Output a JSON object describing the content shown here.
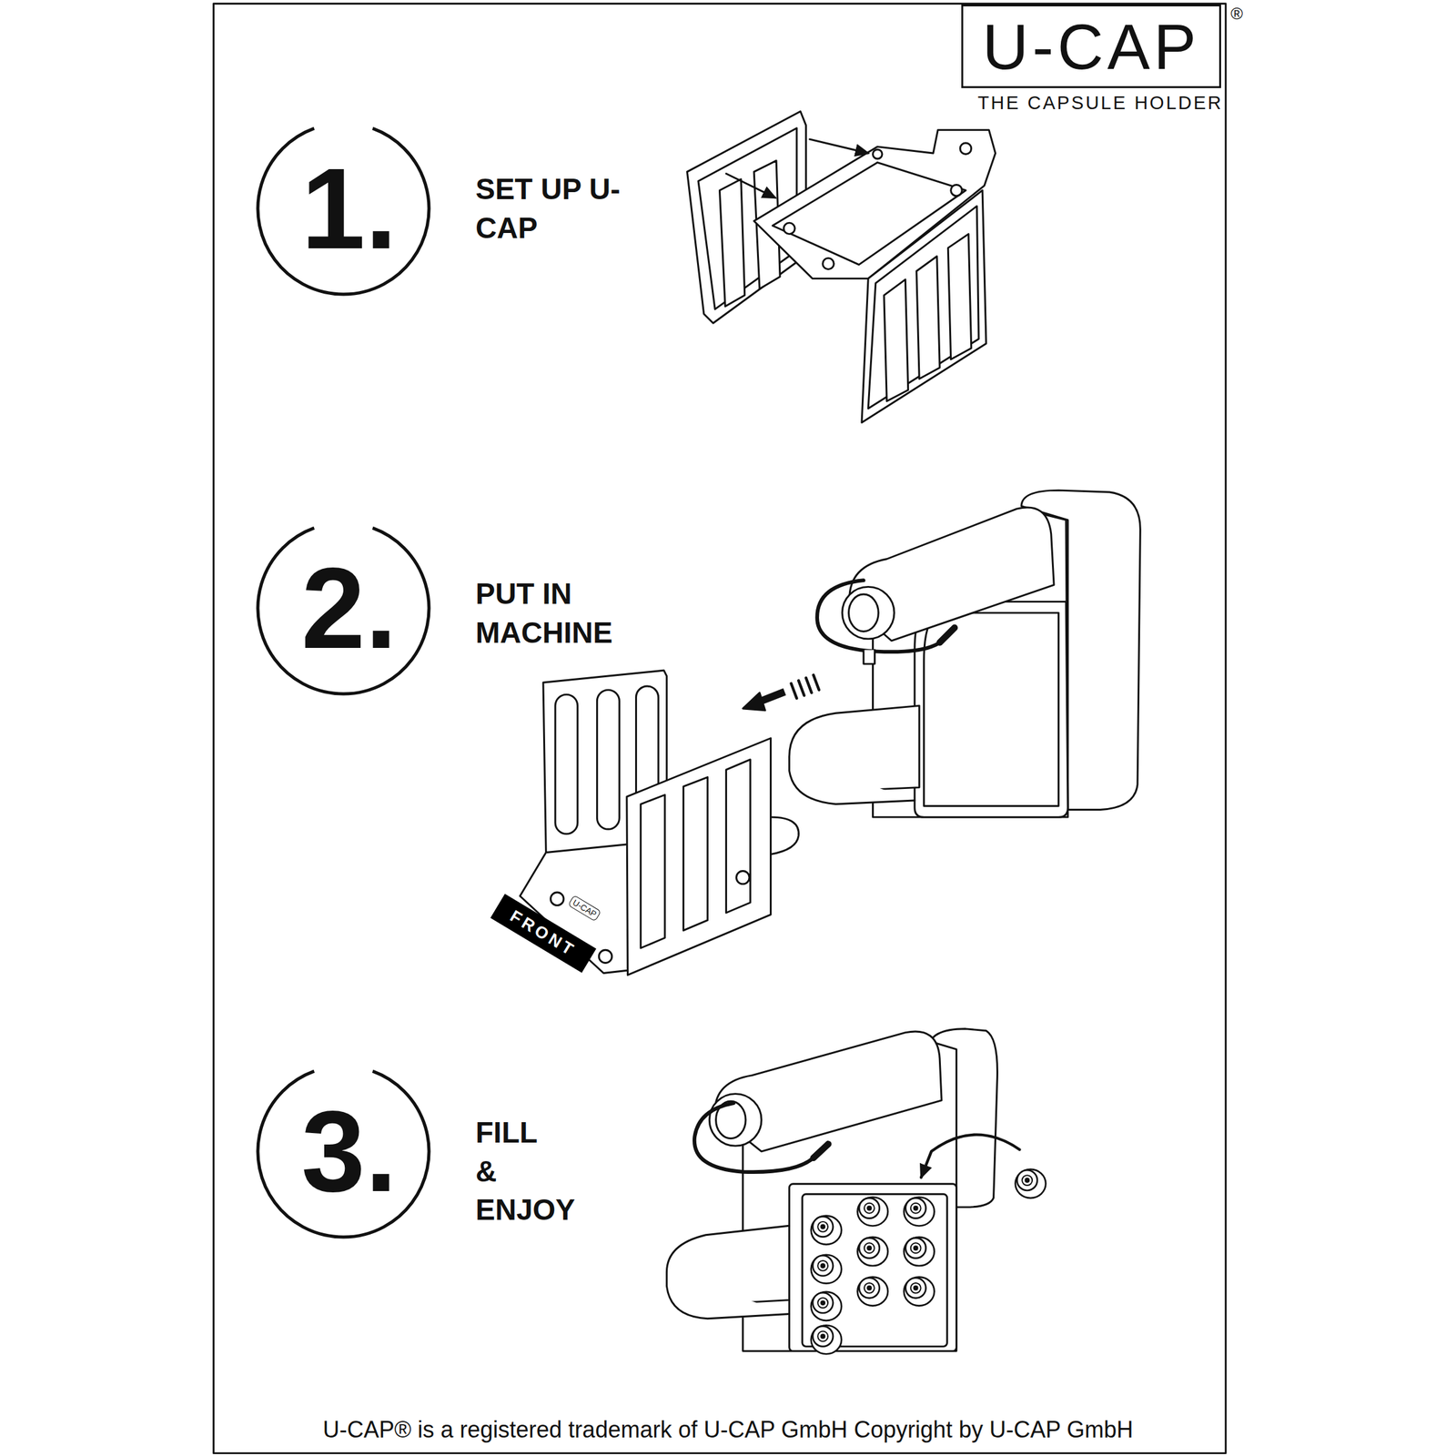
{
  "diagram": {
    "caption": "U-CAP® is a registered trademark of U-CAP GmbH Copyright by U-CAP GmbH",
    "nodes": [
      {
        "text": [
          "U-CAP",
          "THE CAPSULE HOLDER"
        ]
      },
      {
        "text": [
          "1."
        ]
      },
      {
        "text": [
          "2."
        ]
      },
      {
        "text": [
          "3."
        ]
      },
      {
        "text": [
          "FRONT"
        ]
      }
    ],
    "labels": [
      "®",
      "SET UP U-CAP",
      "PUT IN MACHINE",
      "FILL & ENJOY",
      "U-CAP"
    ]
  }
}
